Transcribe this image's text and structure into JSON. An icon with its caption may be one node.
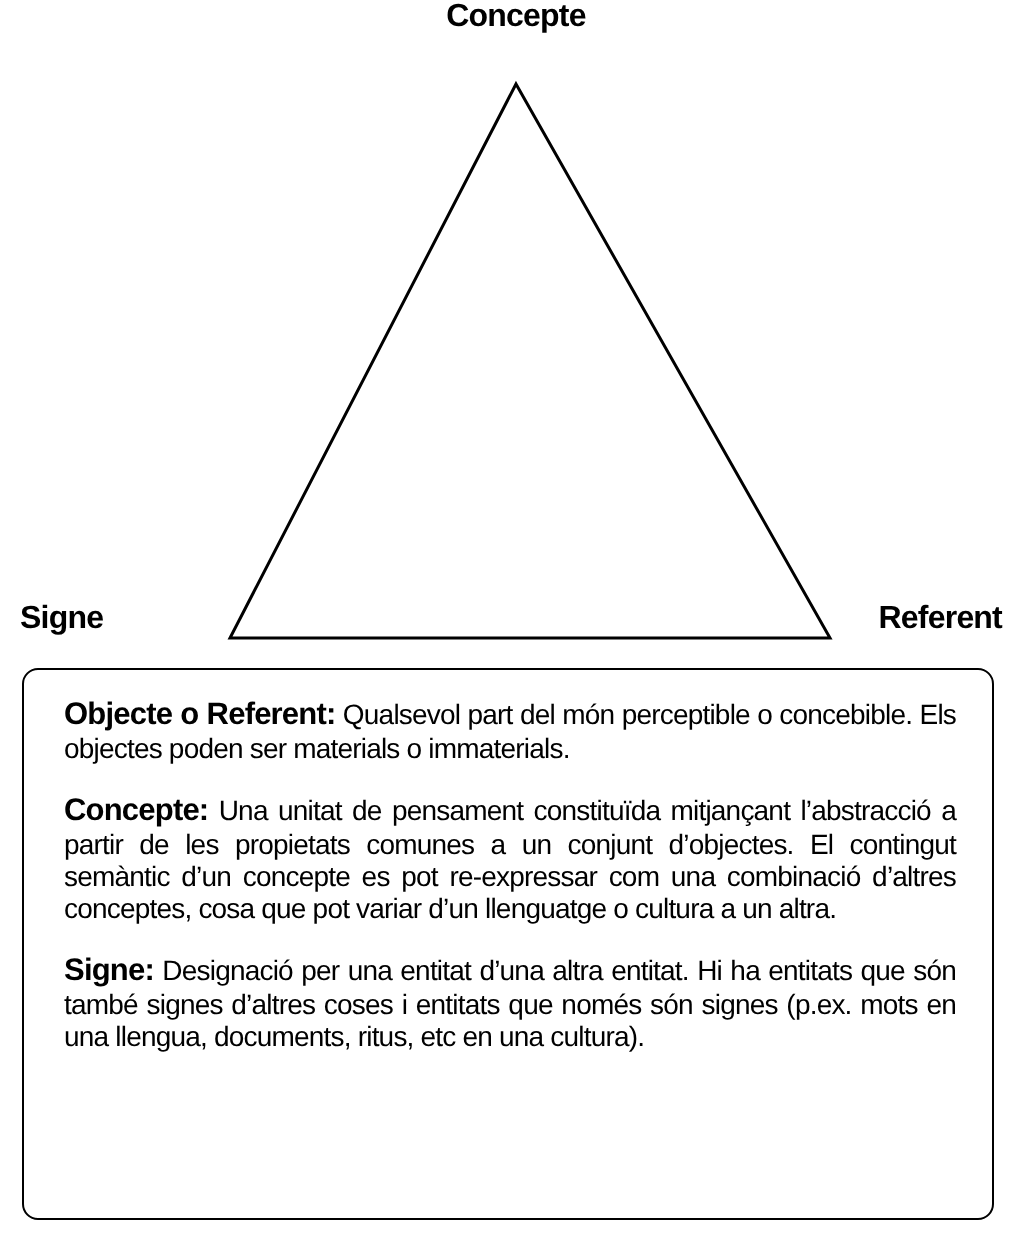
{
  "diagram": {
    "nodes": [
      {
        "text": [
          "**Objecte o Referent:** Qualsevol part del món perceptible o concebible. Els objectes poden ser materials o immaterials.",
          "**Concepte:** Una unitat de pensament constituïda mitjançant l’abstracció a partir de les propietats comunes a un conjunt d’objectes. El contingut semàntic d’un concepte es pot re-expressar com una combinació d’altres conceptes, cosa que pot variar d’un llenguatge o cultura a un altra.",
          "**Signe:** Designació per una entitat d’una altra entitat. Hi ha entitats que són també signes d’altres coses i entitats que només són signes (p.ex. mots en una llengua, documents, ritus, etc en una cultura)."
        ]
      }
    ],
    "labels": [
      "Concepte",
      "Signe",
      "Referent"
    ]
  }
}
